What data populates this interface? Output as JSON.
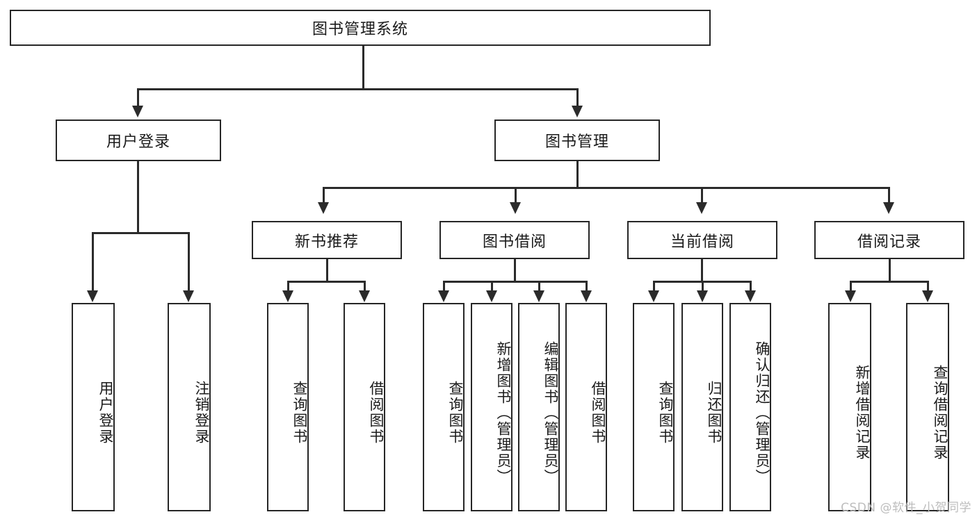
{
  "diagram": {
    "title": "图书管理系统",
    "type": "tree-hierarchy-diagram",
    "root": {
      "label": "图书管理系统"
    },
    "level2": [
      {
        "label": "用户登录"
      },
      {
        "label": "图书管理"
      }
    ],
    "level3": [
      {
        "label": "新书推荐"
      },
      {
        "label": "图书借阅"
      },
      {
        "label": "当前借阅"
      },
      {
        "label": "借阅记录"
      }
    ],
    "leaves": {
      "user_login": [
        {
          "label": "用户登录"
        },
        {
          "label": "注销登录"
        }
      ],
      "new_book_recommend": [
        {
          "label": "查询图书"
        },
        {
          "label": "借阅图书"
        }
      ],
      "book_borrow": [
        {
          "label": "查询图书"
        },
        {
          "label": "新增图书（管理员）"
        },
        {
          "label": "编辑图书（管理员）"
        },
        {
          "label": "借阅图书"
        }
      ],
      "current_borrow": [
        {
          "label": "查询图书"
        },
        {
          "label": "归还图书"
        },
        {
          "label": "确认归还（管理员）"
        }
      ],
      "borrow_record": [
        {
          "label": "新增借阅记录"
        },
        {
          "label": "查询借阅记录"
        }
      ]
    },
    "watermark": "CSDN @软件_小贺同学",
    "colors": {
      "border": "#262626",
      "line": "#2b2b2b",
      "background": "#ffffff",
      "text": "#1a1a1a",
      "watermark": "#bdbdbd"
    }
  }
}
